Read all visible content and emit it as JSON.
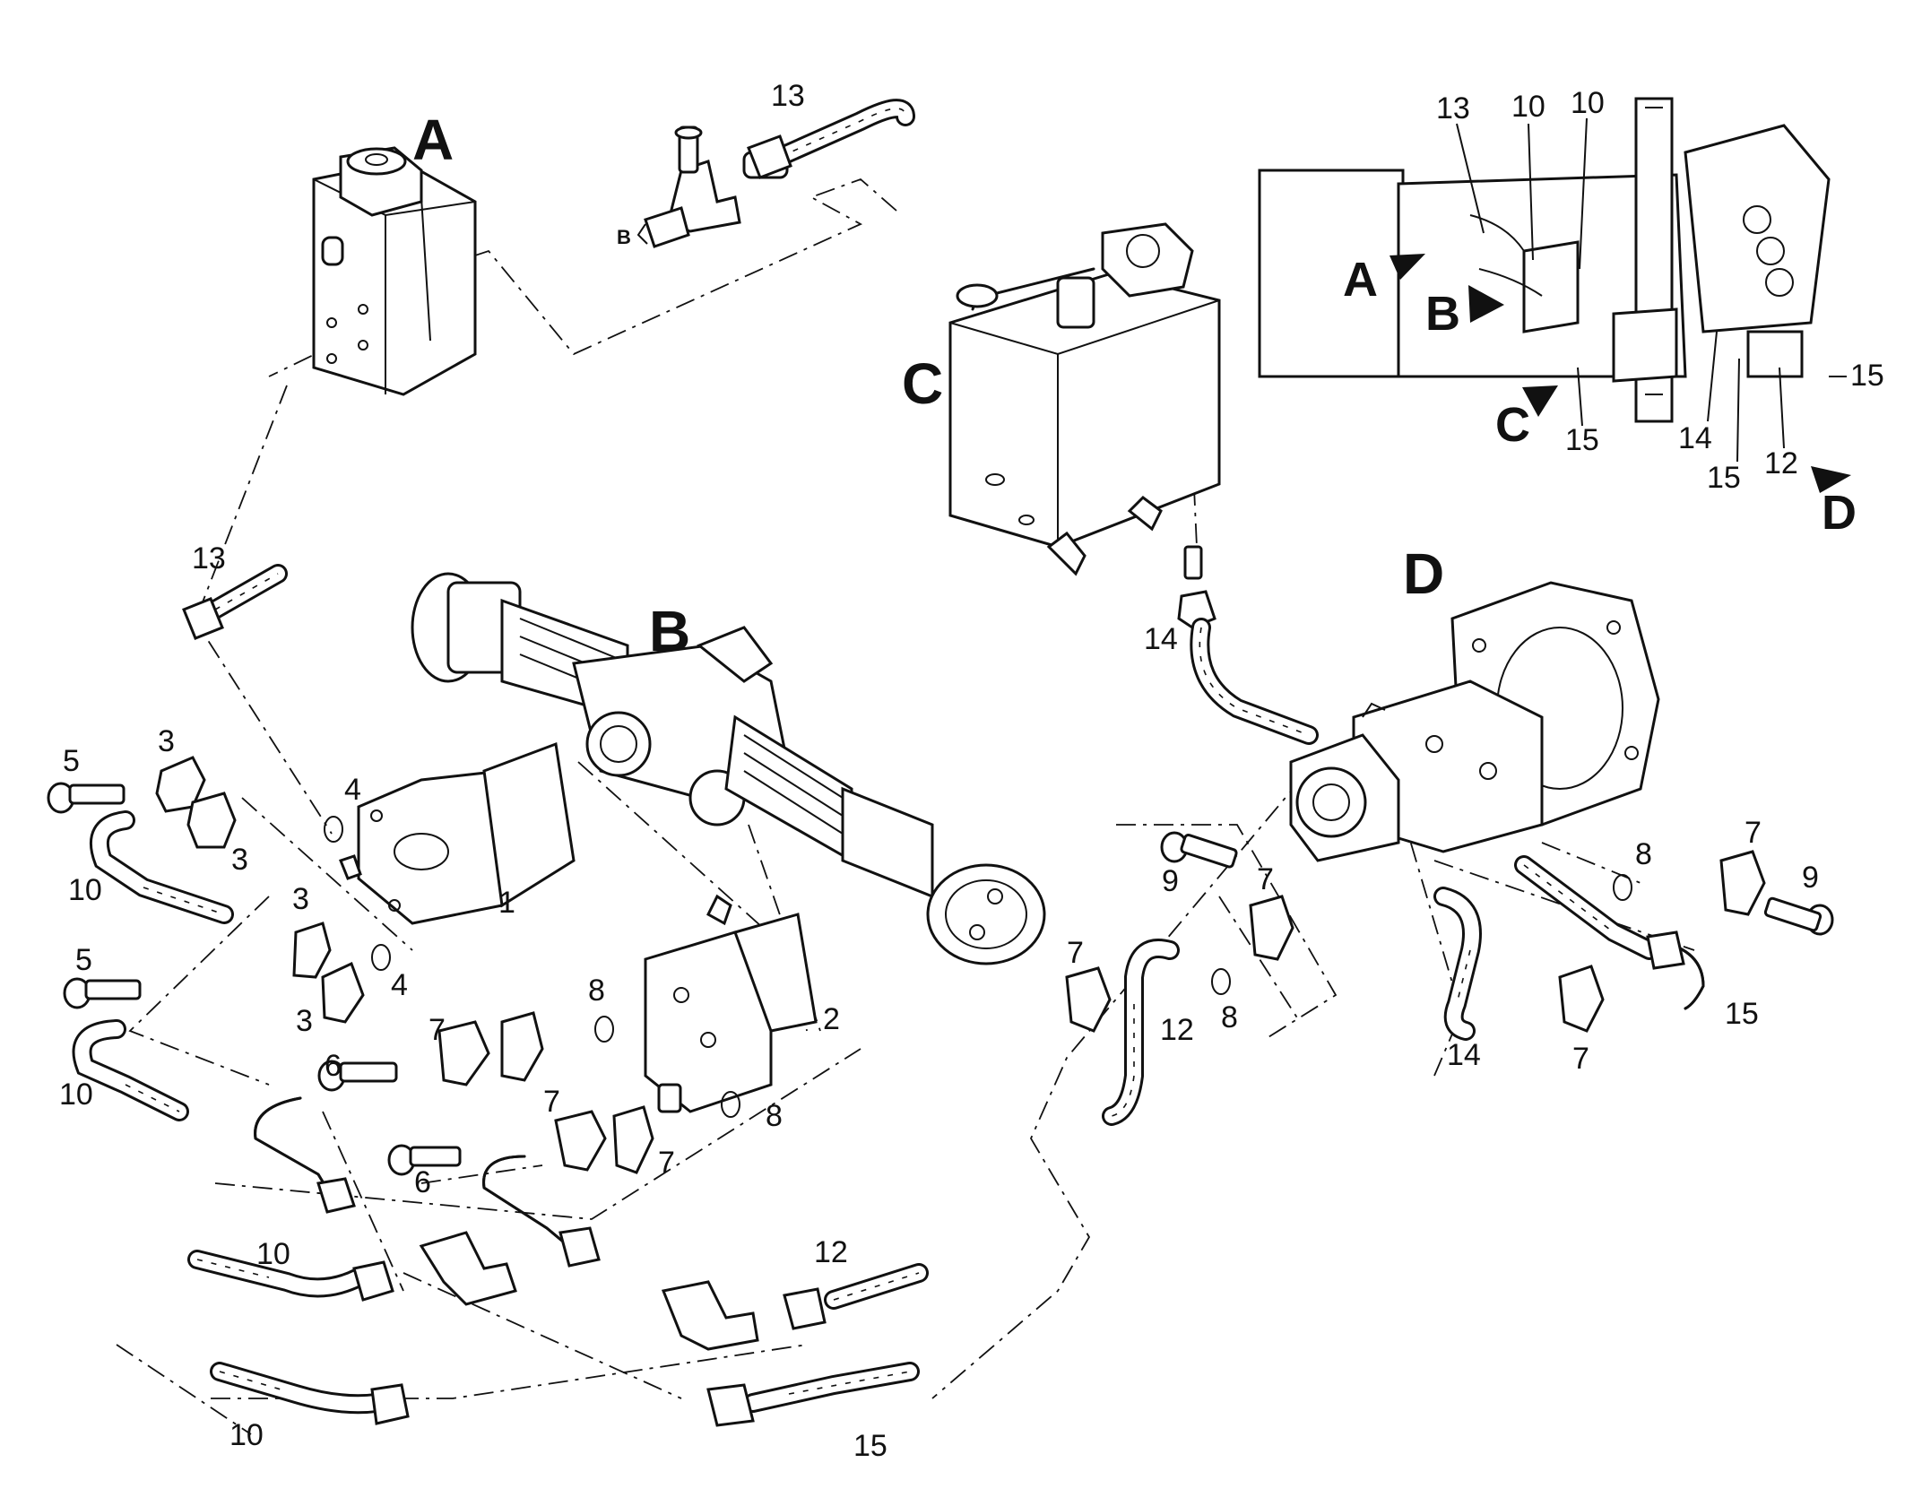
{
  "views": {
    "A": "A",
    "B": "B",
    "C": "C",
    "D": "D",
    "small_b": "B"
  },
  "callouts": {
    "p13_top": "13",
    "p13_left": "13",
    "p5a": "5",
    "p5b": "5",
    "p3a": "3",
    "p3b": "3",
    "p3c": "3",
    "p3d": "3",
    "p4a": "4",
    "p4b": "4",
    "p10a": "10",
    "p10b": "10",
    "p10c": "10",
    "p10d": "10",
    "p1": "1",
    "p2": "2",
    "p6a": "6",
    "p6b": "6",
    "p7a": "7",
    "p7b": "7",
    "p7c": "7",
    "p7d": "7",
    "p7e": "7",
    "p7f": "7",
    "p7g": "7",
    "p8a": "8",
    "p8b": "8",
    "p8c": "8",
    "p8d": "8",
    "p9a": "9",
    "p9b": "9",
    "p12a": "12",
    "p12b": "12",
    "p14a": "14",
    "p14b": "14",
    "p15a": "15",
    "p15b": "15"
  },
  "inset": {
    "A": "A",
    "B": "B",
    "C": "C",
    "D": "D",
    "l13": "13",
    "l10a": "10",
    "l10b": "10",
    "l15a": "15",
    "l15b": "15",
    "l15c": "15",
    "l14": "14",
    "l12": "12"
  },
  "colors": {
    "ink": "#111111",
    "paper": "#ffffff"
  }
}
